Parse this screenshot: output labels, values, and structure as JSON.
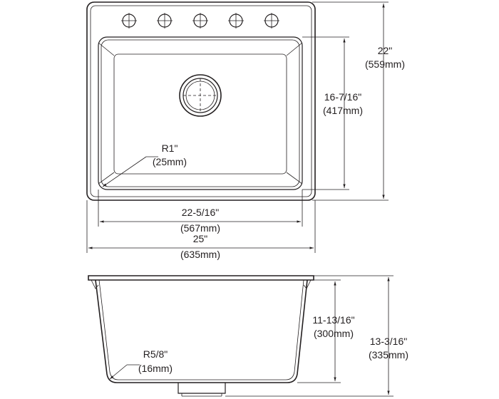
{
  "top_view": {
    "depth_outer": {
      "imperial": "22\"",
      "metric": "(559mm)"
    },
    "depth_bowl": {
      "imperial": "16-7/16\"",
      "metric": "(417mm)"
    },
    "corner_radius": {
      "imperial": "R1\"",
      "metric": "(25mm)"
    },
    "width_bowl": {
      "imperial": "22-5/16\"",
      "metric": "(567mm)"
    },
    "width_outer": {
      "imperial": "25\"",
      "metric": "(635mm)"
    }
  },
  "side_view": {
    "bowl_depth": {
      "imperial": "11-13/16\"",
      "metric": "(300mm)"
    },
    "total_depth": {
      "imperial": "13-3/16\"",
      "metric": "(335mm)"
    },
    "bottom_radius": {
      "imperial": "R5/8\"",
      "metric": "(16mm)"
    }
  },
  "faucet_holes": 5
}
